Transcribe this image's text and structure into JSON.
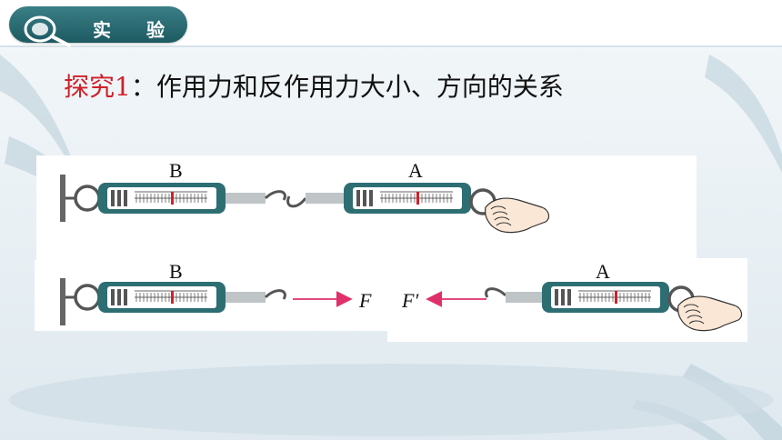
{
  "header": {
    "badge_label": "实 验",
    "badge_icon": "magnifier-icon"
  },
  "title": {
    "highlight": "探究1",
    "rest": "：作用力和反作用力大小、方向的关系"
  },
  "figure": {
    "top_row": {
      "left_label": "B",
      "right_label": "A"
    },
    "bottom_row": {
      "left_label": "B",
      "right_label": "A",
      "force_left": "F",
      "force_right": "F′"
    }
  },
  "colors": {
    "accent": "#1d5a62",
    "highlight_text": "#d0202a",
    "arrow": "#e0306a",
    "scale_body": "#2d6e73"
  }
}
